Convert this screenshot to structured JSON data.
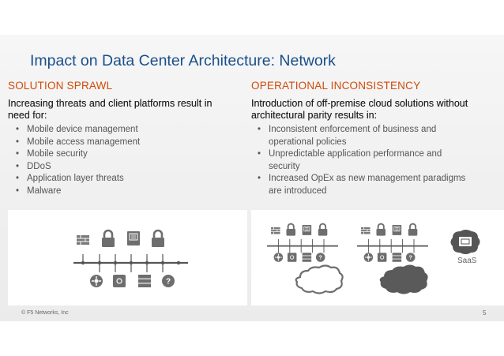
{
  "slide": {
    "title": "Impact on Data Center Architecture: Network",
    "left": {
      "heading": "SOLUTION SPRAWL",
      "intro_line1": "Increasing threats and client platforms result in",
      "intro_line2": "need for:",
      "bullets": [
        "Mobile device management",
        "Mobile access management",
        "Mobile security",
        "DDoS",
        "Application layer threats",
        "Malware"
      ]
    },
    "right": {
      "heading": "OPERATIONAL INCONSISTENCY",
      "intro_line1": "Introduction of off-premise cloud solutions without",
      "intro_line2": "architectural parity results in:",
      "bullets": [
        {
          "line1": "Inconsistent enforcement of business and",
          "line2": "operational policies"
        },
        {
          "line1": "Unpredictable application performance and",
          "line2": "security"
        },
        {
          "line1": "Increased OpEx as new management paradigms",
          "line2": "are introduced"
        }
      ]
    },
    "saas_label": "SaaS",
    "footer": {
      "copyright": "© F5 Networks, Inc",
      "page_number": "5"
    }
  },
  "colors": {
    "title": "#1a4f8a",
    "heading": "#d04a0a",
    "icon_gray": "#6e6e6e",
    "icon_dark": "#555555"
  },
  "icons": [
    "firewall-icon",
    "lock-icon",
    "server-icon",
    "hub-icon",
    "help-icon",
    "cloud-icon"
  ]
}
